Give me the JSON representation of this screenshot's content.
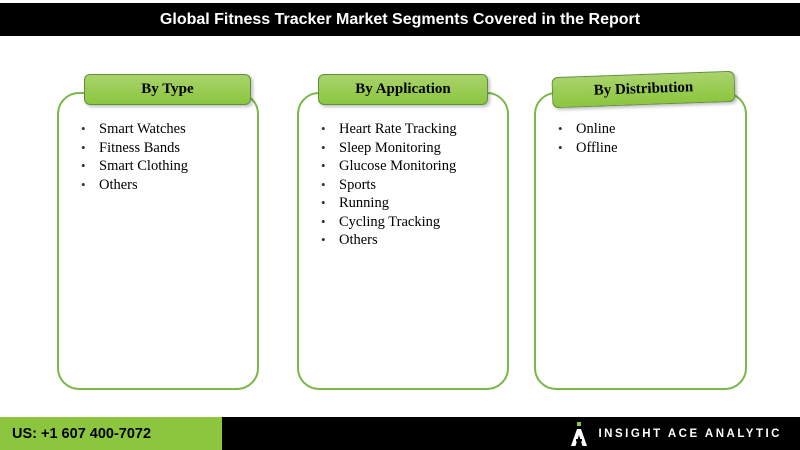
{
  "header": {
    "title": "Global Fitness Tracker Market Segments Covered in the Report"
  },
  "columns": [
    {
      "header": "By Type",
      "items": [
        "Smart Watches",
        "Fitness Bands",
        "Smart Clothing",
        "Others"
      ]
    },
    {
      "header": "By Application",
      "items": [
        "Heart Rate Tracking",
        "Sleep Monitoring",
        "Glucose Monitoring",
        "Sports",
        "Running",
        "Cycling Tracking",
        "Others"
      ]
    },
    {
      "header": "By Distribution",
      "items": [
        "Online",
        "Offline"
      ]
    }
  ],
  "footer": {
    "phone": "US: +1 607 400-7072",
    "brand": "INSIGHT ACE ANALYTIC"
  },
  "icons": {
    "brand_logo": "insight-ace-logo"
  },
  "colors": {
    "green": "#8cc63e",
    "tab_green_border": "#5e8f3a",
    "box_border_green": "#7ab648",
    "bar_black": "#000000",
    "text_white": "#ffffff"
  }
}
